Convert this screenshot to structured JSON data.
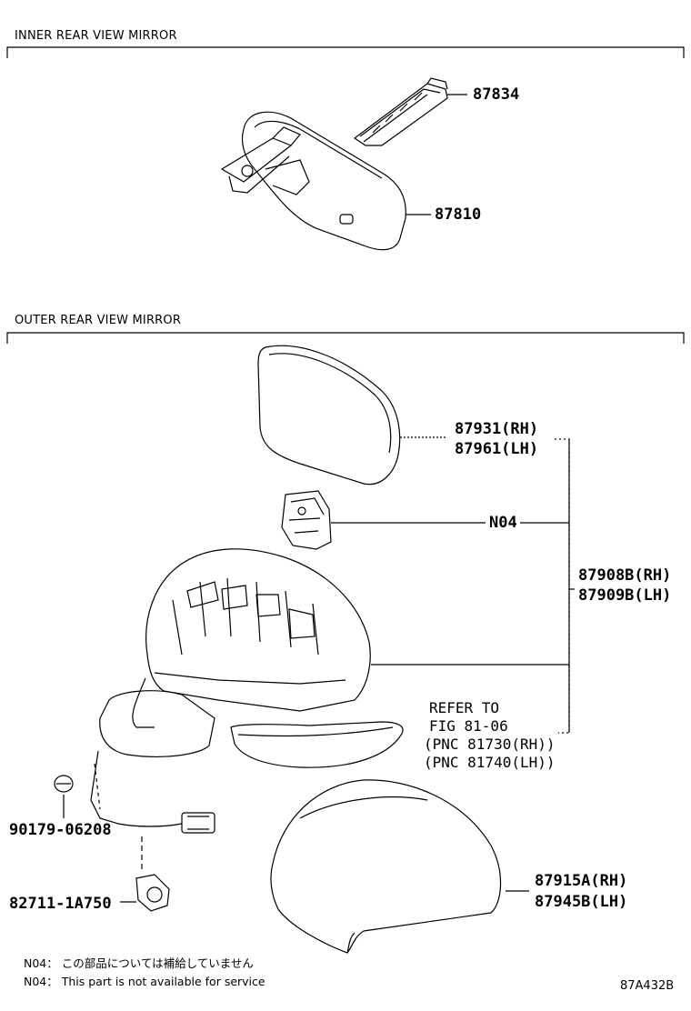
{
  "sections": {
    "inner_title": "INNER REAR VIEW MIRROR",
    "outer_title": "OUTER REAR VIEW MIRROR"
  },
  "parts": {
    "p87834": "87834",
    "p87810": "87810",
    "p87931": "87931(RH)",
    "p87961": "87961(LH)",
    "n04": "N04",
    "p87908": "87908B(RH)",
    "p87909": "87909B(LH)",
    "p90179": "90179-06208",
    "p82711": "82711-1A750",
    "p87915": "87915A(RH)",
    "p87945": "87945B(LH)"
  },
  "refer": {
    "line1": "REFER TO",
    "line2": "FIG 81-06",
    "line3": "(PNC 81730(RH))",
    "line4": "(PNC 81740(LH))"
  },
  "notes": {
    "jp": "N04： この部品については補給していません",
    "en": "N04： This part is not available for service"
  },
  "figure_code": "87A432B"
}
